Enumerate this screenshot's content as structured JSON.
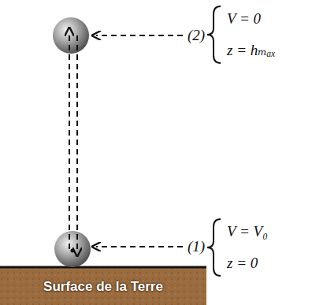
{
  "diagram": {
    "nodes": [
      {
        "text": [
          "Surface de la Terre"
        ]
      }
    ],
    "labels": [
      "(2)",
      "V = 0",
      "z = hₘₐₓ",
      "(1)",
      "V = V₀",
      "z = 0"
    ]
  }
}
